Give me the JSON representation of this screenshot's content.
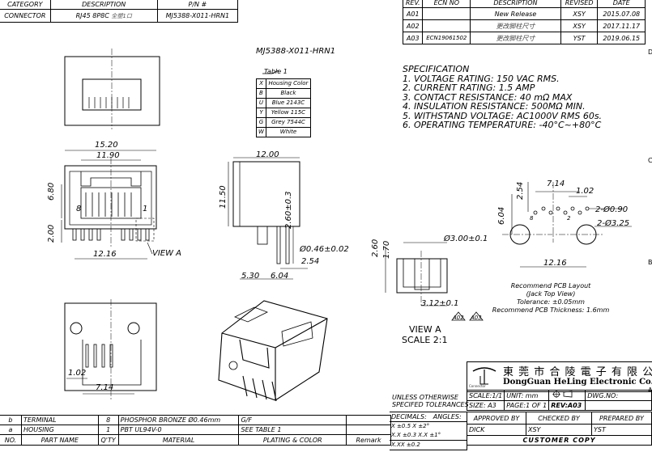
{
  "top_left_table": {
    "headers": [
      "CATEGORY",
      "DESCRIPTION",
      "P/N #"
    ],
    "row": {
      "category": "CONNECTOR",
      "description": "RJ45 8P8C",
      "description_cn": "全塑1口",
      "pn": "MJ5388-X011-HRN1"
    }
  },
  "rev_table": {
    "headers": [
      "REV.",
      "ECN NO",
      "DESCRIPTION",
      "REVISED",
      "DATE"
    ],
    "rows": [
      {
        "rev": "A01",
        "ecn": "",
        "desc": "New Release",
        "by": "XSY",
        "date": "2015.07.08"
      },
      {
        "rev": "A02",
        "ecn": "",
        "desc": "更改脚柱尺寸",
        "by": "XSY",
        "date": "2017.11.17"
      },
      {
        "rev": "A03",
        "ecn": "ECN19061502",
        "desc": "更改脚柱尺寸",
        "by": "YST",
        "date": "2019.06.15"
      }
    ]
  },
  "part_number": "MJ5388-X011-HRN1",
  "color_table": {
    "title": "Table 1",
    "rows": [
      [
        "X",
        "Housing Color"
      ],
      [
        "B",
        "Black"
      ],
      [
        "U",
        "Blue 2143C"
      ],
      [
        "Y",
        "Yellow 115C"
      ],
      [
        "G",
        "Grey 7544C"
      ],
      [
        "W",
        "White"
      ]
    ]
  },
  "specification": {
    "title": "SPECIFICATION",
    "items": [
      "1. VOLTAGE RATING: 150 VAC RMS.",
      "2. CURRENT RATING: 1.5 AMP",
      "3. CONTACT RESISTANCE: 40 mΩ MAX",
      "4. INSULATION RESISTANCE: 500MΩ MIN.",
      "5. WITHSTAND VOLTAGE: AC1000V RMS 60s.",
      "6. OPERATING TEMPERATURE: -40°C~+80°C"
    ]
  },
  "dimensions": {
    "width_15_20": "15.20",
    "inner_11_90": "11.90",
    "h_6_80": "6.80",
    "h_2_00": "2.00",
    "pitch_12_16": "12.16",
    "view_a": "VIEW A",
    "pin_8": "8",
    "pin_1": "1",
    "side_12_00": "12.00",
    "side_11_50": "11.50",
    "side_2_60": "2.60±0.3",
    "side_046": "Ø0.46±0.02",
    "side_254": "2.54",
    "side_530": "5.30",
    "side_604": "6.04",
    "pcb_714": "7.14",
    "pcb_102": "1.02",
    "pcb_254": "2.54",
    "pcb_604": "6.04",
    "pcb_090": "2-Ø0.90",
    "pcb_325": "2-Ø3.25",
    "pcb_1216": "12.16",
    "pcb_8": "8",
    "pcb_2": "2",
    "va_300": "Ø3.00±0.1",
    "va_260": "2.60",
    "va_170": "1.70",
    "va_312": "3.12±0.1",
    "va_a02": "A02",
    "va_a03": "A03",
    "bot_102": "1.02",
    "bot_714": "7.14"
  },
  "pcb_notes": [
    "Recommend PCB Layout",
    "(Jack Top View)",
    "Tolerance: ±0.05mm",
    "Recommend PCB Thickness: 1.6mm"
  ],
  "view_a_label": "VIEW A",
  "view_a_scale": "SCALE 2:1",
  "title_block": {
    "company_cn": "東 莞 市 合 陵 電 子 有 限 公 司",
    "company_en": "DongGuan HeLing Electronic Co.,LTD",
    "logo_text": "Connector",
    "tolerance_note_1": "UNLESS OTHERWISE",
    "tolerance_note_2": "SPECIFED TOLERANCES",
    "scale": "SCALE:1/1",
    "unit": "UNIT: mm",
    "dwg_no": "DWG.NO:",
    "size": "SIZE: A3",
    "page": "PAGE:1 OF 1",
    "rev": "REV:A03",
    "decimals": "DECIMALS:",
    "angles": "ANGLES:",
    "tol_x": "X    ±0.5",
    "tol_xx": "X.X   ±0.3",
    "tol_xxx": "X.XX  ±0.2",
    "ang_x": "X   ±2°",
    "ang_xx": "X.X ±1°",
    "approved_by": "APPROVED BY",
    "checked_by": "CHECKED BY",
    "prepared_by": "PREPARED BY",
    "approved_name": "DICK",
    "checked_name": "XSY",
    "prepared_name": "YST",
    "customer_copy": "CUSTOMER COPY"
  },
  "bom": {
    "headers": [
      "NO.",
      "PART NAME",
      "Q'TY",
      "MATERIAL",
      "PLATING & COLOR",
      "Remark"
    ],
    "rows": [
      {
        "no": "b",
        "name": "TERMINAL",
        "qty": "8",
        "material": "PHOSPHOR BRONZE  Ø0.46mm",
        "plating": "G/F",
        "remark": ""
      },
      {
        "no": "a",
        "name": "HOUSING",
        "qty": "1",
        "material": "PBT UL94V-0",
        "plating": "SEE TABLE 1",
        "remark": ""
      }
    ]
  },
  "border_letters": [
    "D",
    "C",
    "B",
    "A"
  ]
}
